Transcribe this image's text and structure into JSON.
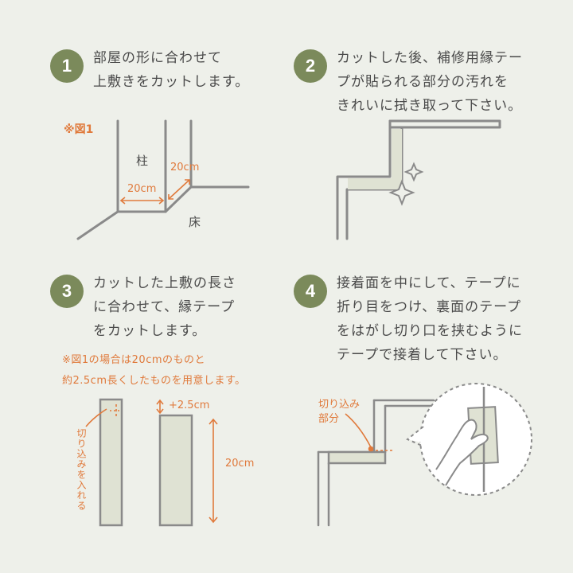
{
  "steps": [
    {
      "number": "1",
      "text": "部屋の形に合わせて\n上敷きをカットします。"
    },
    {
      "number": "2",
      "text": "カットした後、補修用縁テー\nプが貼られる部分の汚れを\nきれいに拭き取って下さい。"
    },
    {
      "number": "3",
      "text": "カットした上敷の長さ\nに合わせて、縁テープ\nをカットします。"
    },
    {
      "number": "4",
      "text": "接着面を中にして、テープに\n折り目をつけ、裏面のテープ\nをはがし切り口を挟むように\nテープで接着して下さい。"
    }
  ],
  "figure1": {
    "label": "※図1",
    "pillar_label": "柱",
    "floor_label": "床",
    "dim_horizontal": "20cm",
    "dim_diagonal": "20cm"
  },
  "step3_note": "※図1の場合は20cmのものと\n約2.5cm長くしたものを用意します。",
  "step3_figure": {
    "cut_label": "切り込みを入れる",
    "extra_label": "+2.5cm",
    "length_label": "20cm"
  },
  "step4_figure": {
    "cut_part_label": "切り込み\n部分"
  },
  "colors": {
    "background": "#eef0ea",
    "step_circle": "#7b8a5b",
    "accent": "#e07a3c",
    "tape_fill": "#dfe2d3",
    "line": "#8a8a8a"
  }
}
